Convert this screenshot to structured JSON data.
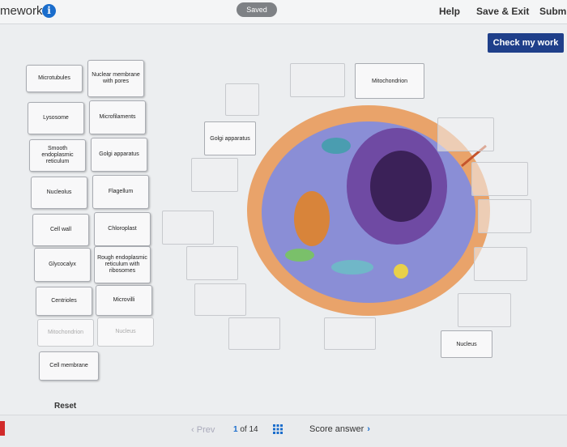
{
  "header": {
    "app_title": "mework",
    "saved_label": "Saved",
    "help_label": "Help",
    "save_exit_label": "Save & Exit",
    "submit_label": "Submit"
  },
  "actions": {
    "check_label": "Check my work",
    "reset_label": "Reset"
  },
  "label_bank": [
    "Microtubules",
    "Nuclear membrane with pores",
    "Lysosome",
    "Microfilaments",
    "Smooth endoplasmic reticulum",
    "Golgi apparatus",
    "Nucleolus",
    "Flagellum",
    "Cell wall",
    "Chloroplast",
    "Glycocalyx",
    "Rough endoplasmic reticulum with ribosomes",
    "Centrioles",
    "Microvilli",
    "Mitochondrion",
    "Nucleus",
    "Cell membrane"
  ],
  "placed_labels": {
    "golgi": "Golgi apparatus",
    "mitochondrion": "Mitochondrion",
    "nucleus": "Nucleus"
  },
  "footer": {
    "prev_label": "Prev",
    "page_current": "1",
    "page_sep": "of",
    "page_total": "14",
    "score_label": "Score answer"
  },
  "colors": {
    "accent": "#1a6dcc",
    "primary_button": "#1f3f8a"
  }
}
